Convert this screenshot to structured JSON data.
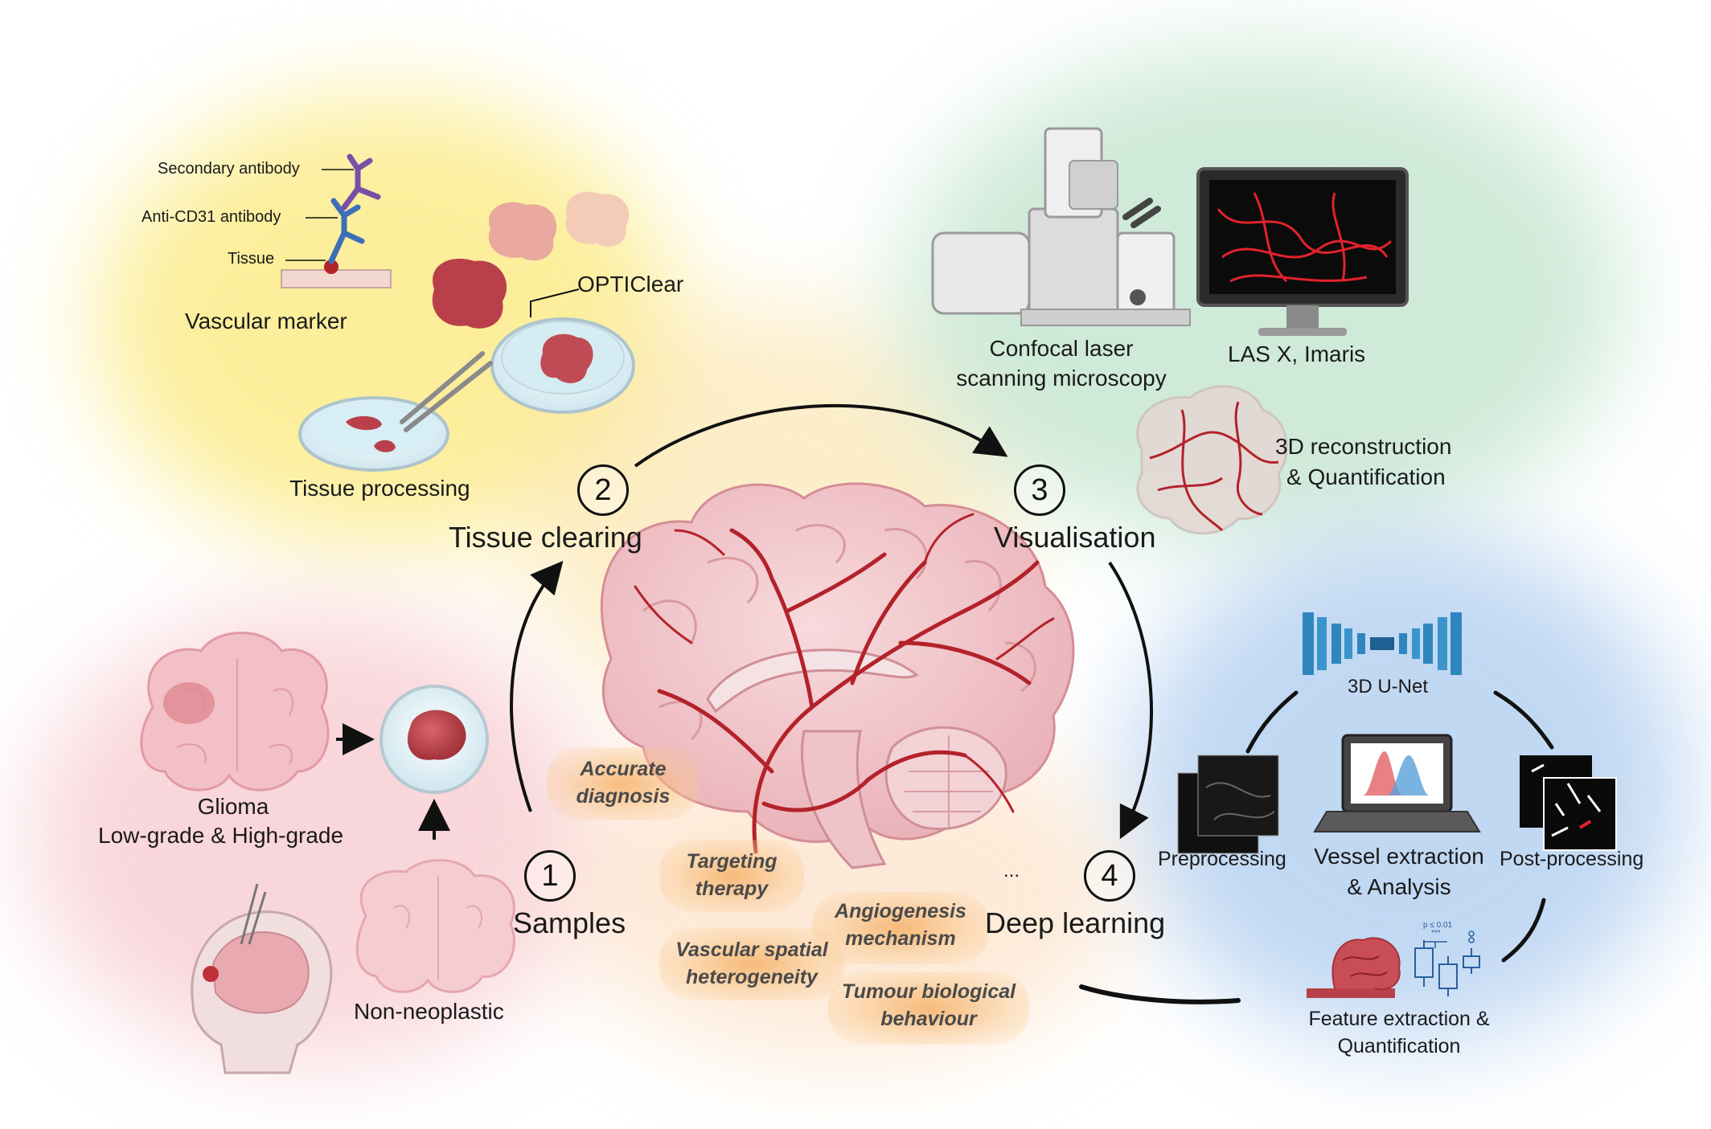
{
  "steps": [
    {
      "number": "1",
      "title": "Samples"
    },
    {
      "number": "2",
      "title": "Tissue clearing"
    },
    {
      "number": "3",
      "title": "Visualisation"
    },
    {
      "number": "4",
      "title": "Deep learning"
    }
  ],
  "samples": {
    "glioma_label": "Glioma",
    "grade_label": "Low-grade & High-grade",
    "non_neoplastic_label": "Non-neoplastic"
  },
  "clearing": {
    "secondary_antibody": "Secondary antibody",
    "anti_cd31_antibody": "Anti-CD31 antibody",
    "tissue": "Tissue",
    "vascular_marker": "Vascular marker",
    "opticlear": "OPTIClear",
    "tissue_processing": "Tissue processing"
  },
  "visualisation": {
    "microscope_line1": "Confocal laser",
    "microscope_line2": "scanning microscopy",
    "software": "LAS X, Imaris",
    "reconstruction_line1": "3D reconstruction",
    "reconstruction_line2": "& Quantification"
  },
  "deep_learning": {
    "network": "3D U-Net",
    "preprocessing": "Preprocessing",
    "vessel_line1": "Vessel extraction",
    "vessel_line2": "& Analysis",
    "post_processing": "Post-processing",
    "feature_line1": "Feature extraction &",
    "feature_line2": "Quantification",
    "p_value": "p ≤ 0.01",
    "significance": "***"
  },
  "applications": {
    "a1_line1": "Accurate",
    "a1_line2": "diagnosis",
    "a2_line1": "Targeting",
    "a2_line2": "therapy",
    "a3_line1": "Vascular spatial",
    "a3_line2": "heterogeneity",
    "a4_line1": "Angiogenesis",
    "a4_line2": "mechanism",
    "a5_line1": "Tumour biological",
    "a5_line2": "behaviour",
    "ellipsis": "..."
  },
  "colors": {
    "vessel_red": "#b3222a",
    "tissue_red": "#b9404a",
    "brain_pink": "#f2c7cb",
    "unet_blue": "#2f86bf",
    "antibody_purple": "#7a4fa8",
    "antibody_blue": "#3d6fb8"
  }
}
